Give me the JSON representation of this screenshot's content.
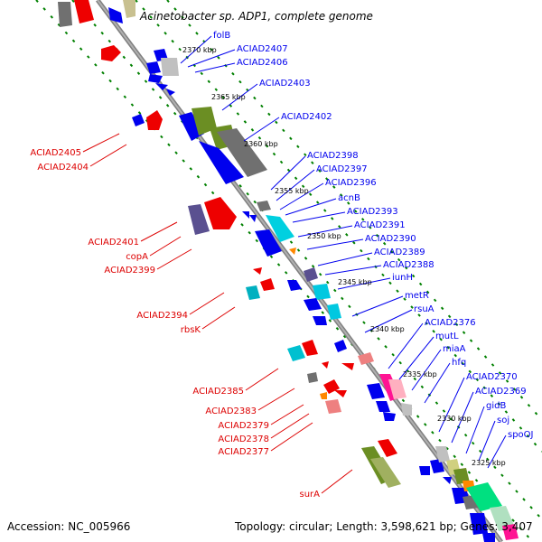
{
  "title": "Acinetobacter sp. ADP1, complete genome",
  "footer": {
    "accession": "Accession: NC_005966",
    "topology": "Topology: circular; Length: 3,598,621 bp; Genes: 3,407"
  },
  "ticks": [
    "2370 kbp",
    "2365 kbp",
    "2360 kbp",
    "2355 kbp",
    "2350 kbp",
    "2345 kbp",
    "2340 kbp",
    "2335 kbp",
    "2330 kbp",
    "2325 kbp"
  ],
  "genes_right": [
    "folB",
    "ACIAD2407",
    "ACIAD2406",
    "ACIAD2403",
    "ACIAD2402",
    "ACIAD2398",
    "ACIAD2397",
    "ACIAD2396",
    "acnB",
    "ACIAD2393",
    "ACIAD2391",
    "ACIAD2390",
    "ACIAD2389",
    "ACIAD2388",
    "iunH",
    "metR",
    "rsuA",
    "ACIAD2376",
    "mutL",
    "miaA",
    "hfq",
    "ACIAD2370",
    "ACIAD2369",
    "gidB",
    "soj",
    "spoOJ"
  ],
  "genes_left": [
    "ACIAD2405",
    "ACIAD2404",
    "ACIAD2401",
    "copA",
    "ACIAD2399",
    "ACIAD2394",
    "rbsK",
    "ACIAD2385",
    "ACIAD2383",
    "ACIAD2379",
    "ACIAD2378",
    "ACIAD2377",
    "surA"
  ],
  "colors": {
    "forward": "#0000ee",
    "reverse": "#dd0000",
    "axis": "#808080",
    "grid": "#008000"
  }
}
